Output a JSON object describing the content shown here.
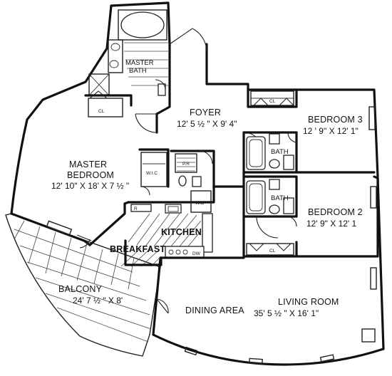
{
  "rooms": {
    "master_bath": {
      "line1": "MASTER",
      "line2": "BATH"
    },
    "foyer": {
      "name": "FOYER",
      "dim": "12' 5 ½ \" X 9' 4\""
    },
    "bedroom3": {
      "name": "BEDROOM 3",
      "dim": "12 ' 9\" X 12' 1\""
    },
    "bath_upper": {
      "name": "BATH"
    },
    "bath_lower": {
      "name": "BATH"
    },
    "master_bedroom": {
      "line1": "MASTER",
      "line2": "BEDROOM",
      "dim": "12' 10\" X 18' X 7 ½ \""
    },
    "wic": {
      "name": "W.I.C"
    },
    "pr": {
      "name": "P.R"
    },
    "bedroom2": {
      "name": "BEDROOM 2",
      "dim": "12' 9\" X 12' 1"
    },
    "kitchen": {
      "name": "KITCHEN"
    },
    "breakfast": {
      "name": "BREAKFAST"
    },
    "wd": {
      "name": "W/D"
    },
    "balcony": {
      "name": "BALCONY",
      "dim": "24' 7 ½ \" X 8'"
    },
    "dining": {
      "name": "DINING AREA"
    },
    "living": {
      "name": "LIVING ROOM",
      "dim": "35' 5 ½ \" X 16' 1\""
    }
  },
  "fixture_marks": {
    "closet": "CL",
    "refrigerator": "R",
    "dishwasher": "DW"
  }
}
